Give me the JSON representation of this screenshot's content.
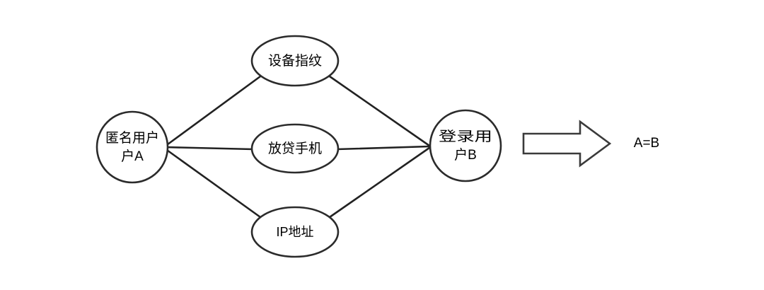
{
  "diagram": {
    "type": "entity-link-graph",
    "background_color": "#ffffff",
    "stroke_color": "#2b2b2b",
    "nodes": {
      "left_user": {
        "line1": "匿名用户",
        "line2": "户A",
        "label_full": "匿名用户A",
        "shape": "circle"
      },
      "right_user": {
        "line1": "登录用",
        "line2": "户B",
        "label_full": "登录用户B",
        "shape": "circle"
      },
      "attribute_top": {
        "label": "设备指纹",
        "shape": "ellipse"
      },
      "attribute_middle": {
        "label": "放贷手机",
        "shape": "ellipse"
      },
      "attribute_bottom": {
        "label": "IP地址",
        "shape": "ellipse"
      }
    },
    "conclusion": {
      "arrow": "block-arrow-right",
      "label": "A=B"
    }
  }
}
